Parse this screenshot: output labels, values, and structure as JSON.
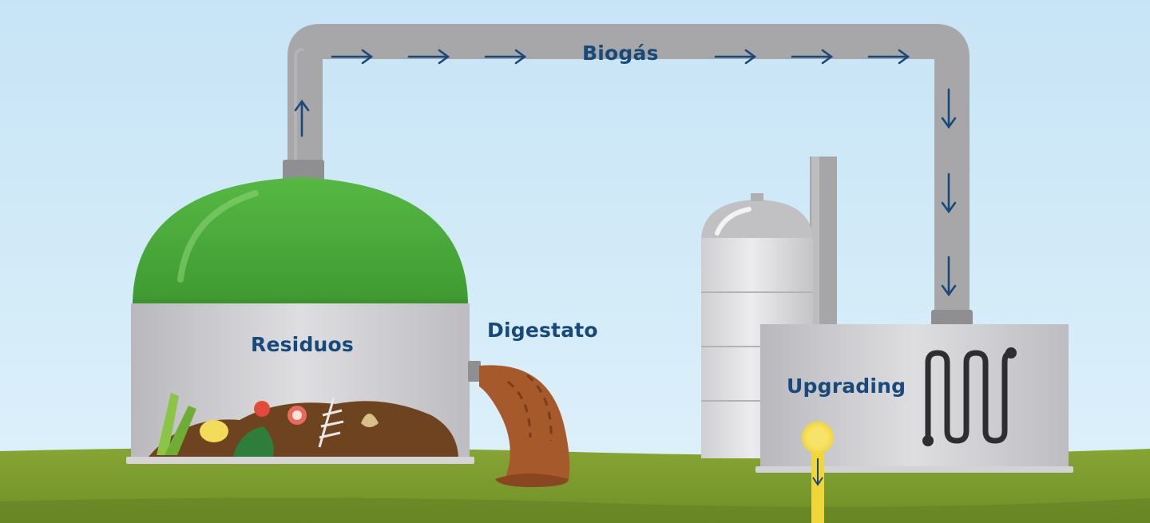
{
  "labels": {
    "biogas": "Biogás",
    "residuos": "Residuos",
    "digestato": "Digestato",
    "upgrading": "Upgrading"
  },
  "colors": {
    "sky_top": "#c9e6f7",
    "sky_bottom": "#d9eef8",
    "grass": "#7a9b2c",
    "grass_dark": "#5f7f22",
    "dome_green": "#4caf3a",
    "pipe_gray": "#a7a7a9",
    "tank_gray": "#c9c9cc",
    "label_blue": "#17497a",
    "digestate_brown": "#a65a2c",
    "output_yellow": "#f2d53a"
  },
  "icons": {
    "flow_arrow": "arrow-icon",
    "heat_exchanger": "coil-icon"
  }
}
